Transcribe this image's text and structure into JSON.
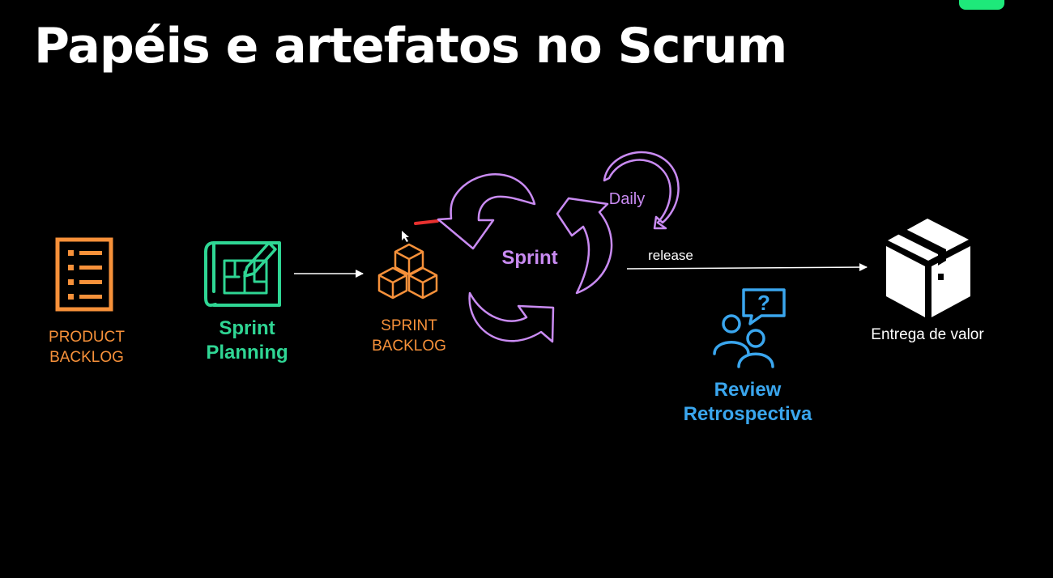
{
  "title": "Papéis e artefatos no Scrum",
  "product_backlog": {
    "line1": "PRODUCT",
    "line2": "BACKLOG",
    "icon": "checklist-icon"
  },
  "sprint_planning": {
    "line1": "Sprint",
    "line2": "Planning",
    "icon": "blueprint-pencil-icon"
  },
  "sprint_backlog": {
    "line1": "SPRINT",
    "line2": "BACKLOG",
    "icon": "stacked-boxes-icon"
  },
  "sprint": {
    "label": "Sprint",
    "icon": "cycle-arrows-icon"
  },
  "daily": {
    "label": "Daily",
    "icon": "loop-arrow-icon"
  },
  "release": {
    "label": "release"
  },
  "review": {
    "line1": "Review",
    "line2": "Retrospectiva",
    "icon": "people-question-icon"
  },
  "entrega": {
    "label": "Entrega de valor",
    "icon": "package-box-icon"
  },
  "colors": {
    "background": "#000000",
    "orange": "#f7913a",
    "green": "#2fd694",
    "purple": "#c98bf2",
    "blue": "#3aa6ee",
    "white": "#ffffff",
    "accent": "#1ee87a"
  }
}
